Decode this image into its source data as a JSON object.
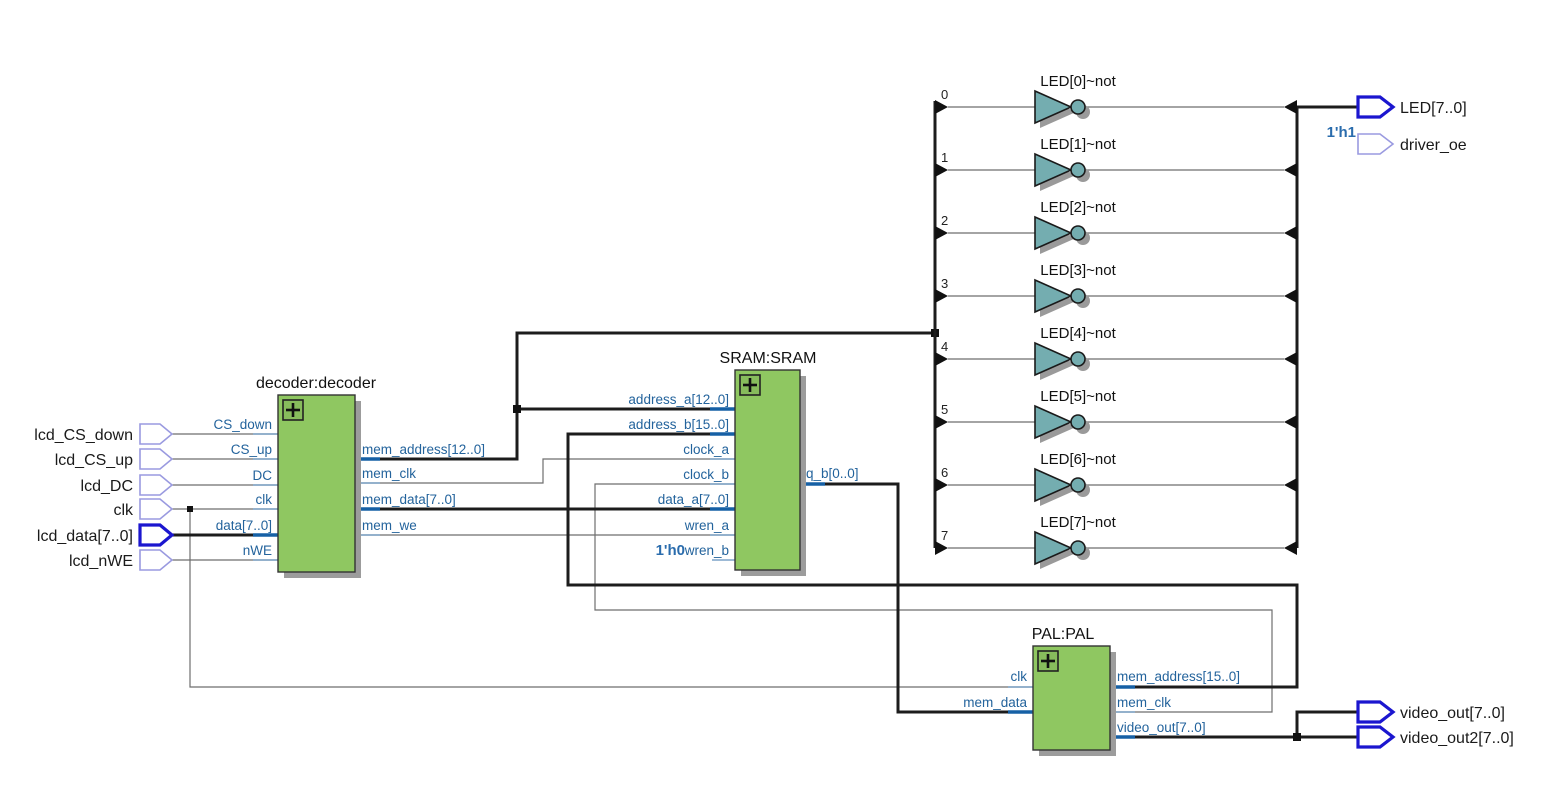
{
  "io_pins": {
    "inputs": [
      {
        "label": "lcd_CS_down"
      },
      {
        "label": "lcd_CS_up"
      },
      {
        "label": "lcd_DC"
      },
      {
        "label": "clk"
      },
      {
        "label": "lcd_data[7..0]"
      },
      {
        "label": "lcd_nWE"
      }
    ],
    "outputs": [
      {
        "label": "LED[7..0]"
      },
      {
        "label": "driver_oe"
      },
      {
        "label": "video_out[7..0]"
      },
      {
        "label": "video_out2[7..0]"
      }
    ]
  },
  "constants": {
    "driver_oe": "1'h1",
    "wren_b": "1'h0"
  },
  "blocks": {
    "decoder": {
      "title": "decoder:decoder",
      "inputs": [
        "CS_down",
        "CS_up",
        "DC",
        "clk",
        "data[7..0]",
        "nWE"
      ],
      "outputs": [
        "mem_address[12..0]",
        "mem_clk",
        "mem_data[7..0]",
        "mem_we"
      ]
    },
    "sram": {
      "title": "SRAM:SRAM",
      "inputs": [
        "address_a[12..0]",
        "address_b[15..0]",
        "clock_a",
        "clock_b",
        "data_a[7..0]",
        "wren_a",
        "wren_b"
      ],
      "outputs": [
        "q_b[0..0]"
      ]
    },
    "pal": {
      "title": "PAL:PAL",
      "inputs": [
        "clk",
        "mem_data"
      ],
      "outputs": [
        "mem_address[15..0]",
        "mem_clk",
        "video_out[7..0]"
      ]
    }
  },
  "inverters": {
    "items": [
      {
        "bit": "0",
        "label": "LED[0]~not"
      },
      {
        "bit": "1",
        "label": "LED[1]~not"
      },
      {
        "bit": "2",
        "label": "LED[2]~not"
      },
      {
        "bit": "3",
        "label": "LED[3]~not"
      },
      {
        "bit": "4",
        "label": "LED[4]~not"
      },
      {
        "bit": "5",
        "label": "LED[5]~not"
      },
      {
        "bit": "6",
        "label": "LED[6]~not"
      },
      {
        "bit": "7",
        "label": "LED[7]~not"
      }
    ]
  },
  "colors": {
    "block_fill": "#8fc761",
    "inverter_fill": "#74adb0",
    "bold_pin_outline": "#1b16cf",
    "thin_pin_outline": "#9a9ae0",
    "port_text": "#23639c",
    "bus_stub": "#1660a5"
  }
}
